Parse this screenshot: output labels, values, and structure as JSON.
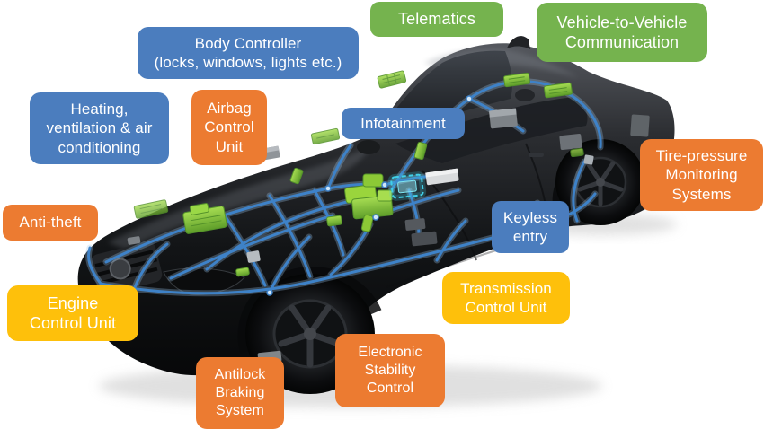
{
  "colors": {
    "green": "#75B34E",
    "blue": "#4B7DBE",
    "orange": "#EC7B31",
    "yellow": "#FEC00B",
    "label_text": "#FFFFFF",
    "background": "#FFFFFF",
    "car_body": "#17191B",
    "harness_blue": "#3E82C8",
    "harness_glow": "#9CC6EC",
    "module_green": "#8CCB3E",
    "module_green_dark": "#54922A",
    "obd_teal": "#41D0E8",
    "connector_gray": "#9AA0A6"
  },
  "labels": {
    "telematics": {
      "text": "Telematics",
      "color": "green"
    },
    "v2v": {
      "text": "Vehicle-to-Vehicle\nCommunication",
      "color": "green"
    },
    "body_controller": {
      "text": "Body Controller\n(locks, windows, lights etc.)",
      "color": "blue"
    },
    "hvac": {
      "text": "Heating,\nventilation & air\nconditioning",
      "color": "blue"
    },
    "airbag": {
      "text": "Airbag\nControl\nUnit",
      "color": "orange"
    },
    "infotainment": {
      "text": "Infotainment",
      "color": "blue"
    },
    "keyless": {
      "text": "Keyless\nentry",
      "color": "blue"
    },
    "tpms": {
      "text": "Tire-pressure\nMonitoring\nSystems",
      "color": "orange"
    },
    "anti_theft": {
      "text": "Anti-theft",
      "color": "orange"
    },
    "engine": {
      "text": "Engine\nControl Unit",
      "color": "yellow"
    },
    "abs": {
      "text": "Antilock\nBraking\nSystem",
      "color": "orange"
    },
    "esc": {
      "text": "Electronic\nStability\nControl",
      "color": "orange"
    },
    "tcu": {
      "text": "Transmission\nControl Unit",
      "color": "yellow"
    }
  }
}
